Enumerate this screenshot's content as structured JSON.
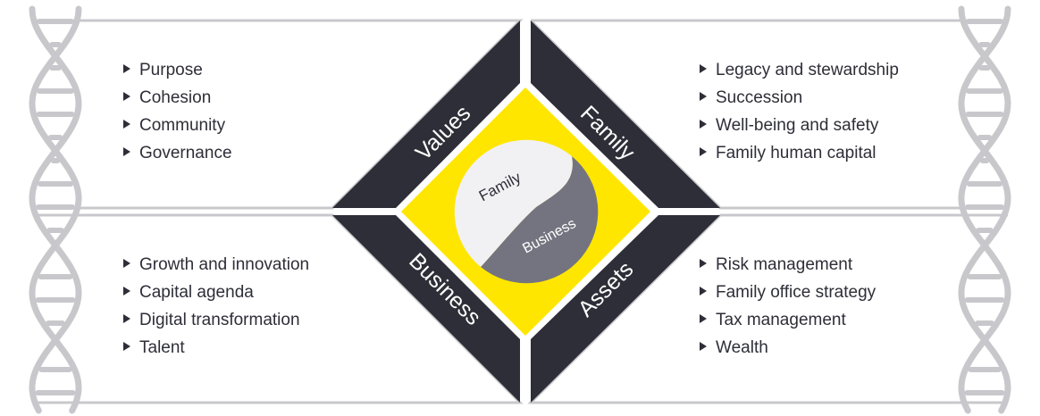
{
  "colors": {
    "frame": "#c8c8cc",
    "dark": "#2e2e38",
    "yellow": "#ffe600",
    "yin_light": "#f1f1f3",
    "yin_dark": "#747480",
    "text": "#2e2e38"
  },
  "quadrants": {
    "values": {
      "label": "Values",
      "items": [
        "Purpose",
        "Cohesion",
        "Community",
        "Governance"
      ]
    },
    "family": {
      "label": "Family",
      "items": [
        "Legacy and stewardship",
        "Succession",
        "Well-being and safety",
        "Family human capital"
      ]
    },
    "business": {
      "label": "Business",
      "items": [
        "Growth and innovation",
        "Capital agenda",
        "Digital transformation",
        "Talent"
      ]
    },
    "assets": {
      "label": "Assets",
      "items": [
        "Risk management",
        "Family office strategy",
        "Tax management",
        "Wealth"
      ]
    }
  },
  "center": {
    "top_label": "Family",
    "bottom_label": "Business"
  },
  "icons": {
    "helix": "dna-helix-icon",
    "bullet": "triangle-right-icon"
  }
}
